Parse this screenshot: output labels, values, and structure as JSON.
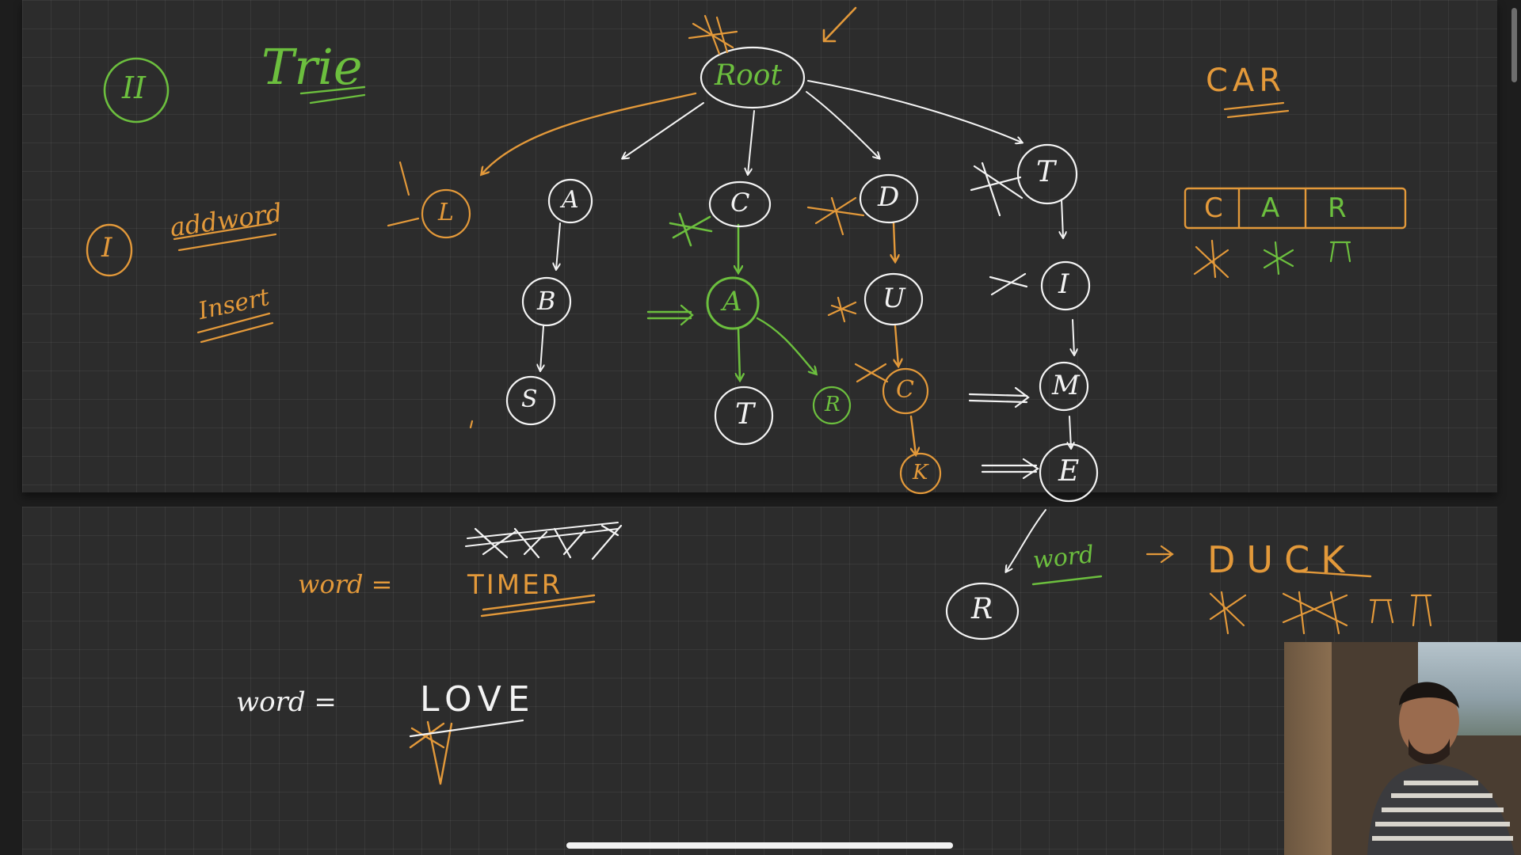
{
  "section_badge": "II",
  "title": "Trie",
  "step_badge": "I",
  "method_name": "addword",
  "method_alias": "Insert",
  "example_word": "CAR",
  "car_cells": [
    "C",
    "A",
    "R"
  ],
  "trie": {
    "root_label": "Root",
    "nodes": [
      {
        "id": "L",
        "label": "L",
        "color": "#e3993a"
      },
      {
        "id": "A1",
        "label": "A",
        "color": "#f3f3f3"
      },
      {
        "id": "B",
        "label": "B",
        "color": "#f3f3f3"
      },
      {
        "id": "S",
        "label": "S",
        "color": "#f3f3f3"
      },
      {
        "id": "C",
        "label": "C",
        "color": "#f3f3f3"
      },
      {
        "id": "A2",
        "label": "A",
        "color": "#6cbf3e"
      },
      {
        "id": "T2",
        "label": "T",
        "color": "#f3f3f3"
      },
      {
        "id": "R1",
        "label": "R",
        "color": "#6cbf3e"
      },
      {
        "id": "D",
        "label": "D",
        "color": "#f3f3f3"
      },
      {
        "id": "U",
        "label": "U",
        "color": "#f3f3f3"
      },
      {
        "id": "C2",
        "label": "C",
        "color": "#e3993a"
      },
      {
        "id": "K",
        "label": "K",
        "color": "#e3993a"
      },
      {
        "id": "T",
        "label": "T",
        "color": "#f3f3f3"
      },
      {
        "id": "I",
        "label": "I",
        "color": "#f3f3f3"
      },
      {
        "id": "M",
        "label": "M",
        "color": "#f3f3f3"
      },
      {
        "id": "E",
        "label": "E",
        "color": "#f3f3f3"
      },
      {
        "id": "R2",
        "label": "R",
        "color": "#f3f3f3"
      }
    ]
  },
  "word_label_1": "word =",
  "word_value_1": "TIMER",
  "word_label_2": "word =",
  "word_value_2": "LOVE",
  "word_label_3": "word",
  "word_value_3": "DUCK",
  "colors": {
    "background": "#1d1d1d",
    "page": "#2c2c2c",
    "grid": "#3a3a3a",
    "orange_ink": "#e3993a",
    "green_ink": "#6cbf3e",
    "white_ink": "#f3f3f3"
  },
  "icons": [
    "scrollbar",
    "home-indicator",
    "webcam-feed"
  ]
}
